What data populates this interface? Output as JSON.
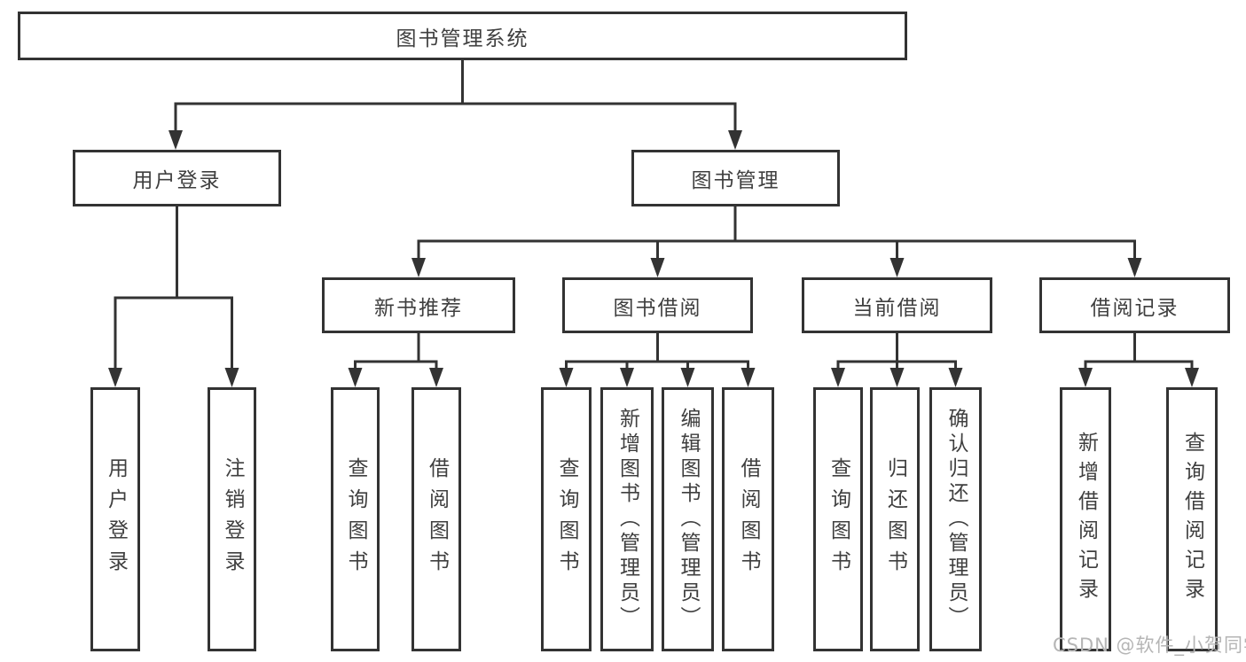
{
  "diagram": {
    "root": {
      "label": "图书管理系统"
    },
    "level2": [
      {
        "label": "用户登录"
      },
      {
        "label": "图书管理"
      }
    ],
    "level3": [
      {
        "label": "新书推荐"
      },
      {
        "label": "图书借阅"
      },
      {
        "label": "当前借阅"
      },
      {
        "label": "借阅记录"
      }
    ],
    "leaves": {
      "user_login": [
        {
          "label": "用户登录"
        },
        {
          "label": "注销登录"
        }
      ],
      "new_book_recommend": [
        {
          "label": "查询图书"
        },
        {
          "label": "借阅图书"
        }
      ],
      "book_borrow": [
        {
          "label": "查询图书"
        },
        {
          "label": "新增图书（管理员）"
        },
        {
          "label": "编辑图书（管理员）"
        },
        {
          "label": "借阅图书"
        }
      ],
      "current_borrow": [
        {
          "label": "查询图书"
        },
        {
          "label": "归还图书"
        },
        {
          "label": "确认归还（管理员）"
        }
      ],
      "borrow_records": [
        {
          "label": "新增借阅记录"
        },
        {
          "label": "查询借阅记录"
        }
      ]
    },
    "colors": {
      "line": "#333333",
      "box_border": "#333333",
      "text": "#3f3f3f",
      "watermark": "#b5b5b5",
      "background": "#ffffff"
    }
  },
  "watermark": {
    "text": "CSDN @软件_小贺同学"
  }
}
